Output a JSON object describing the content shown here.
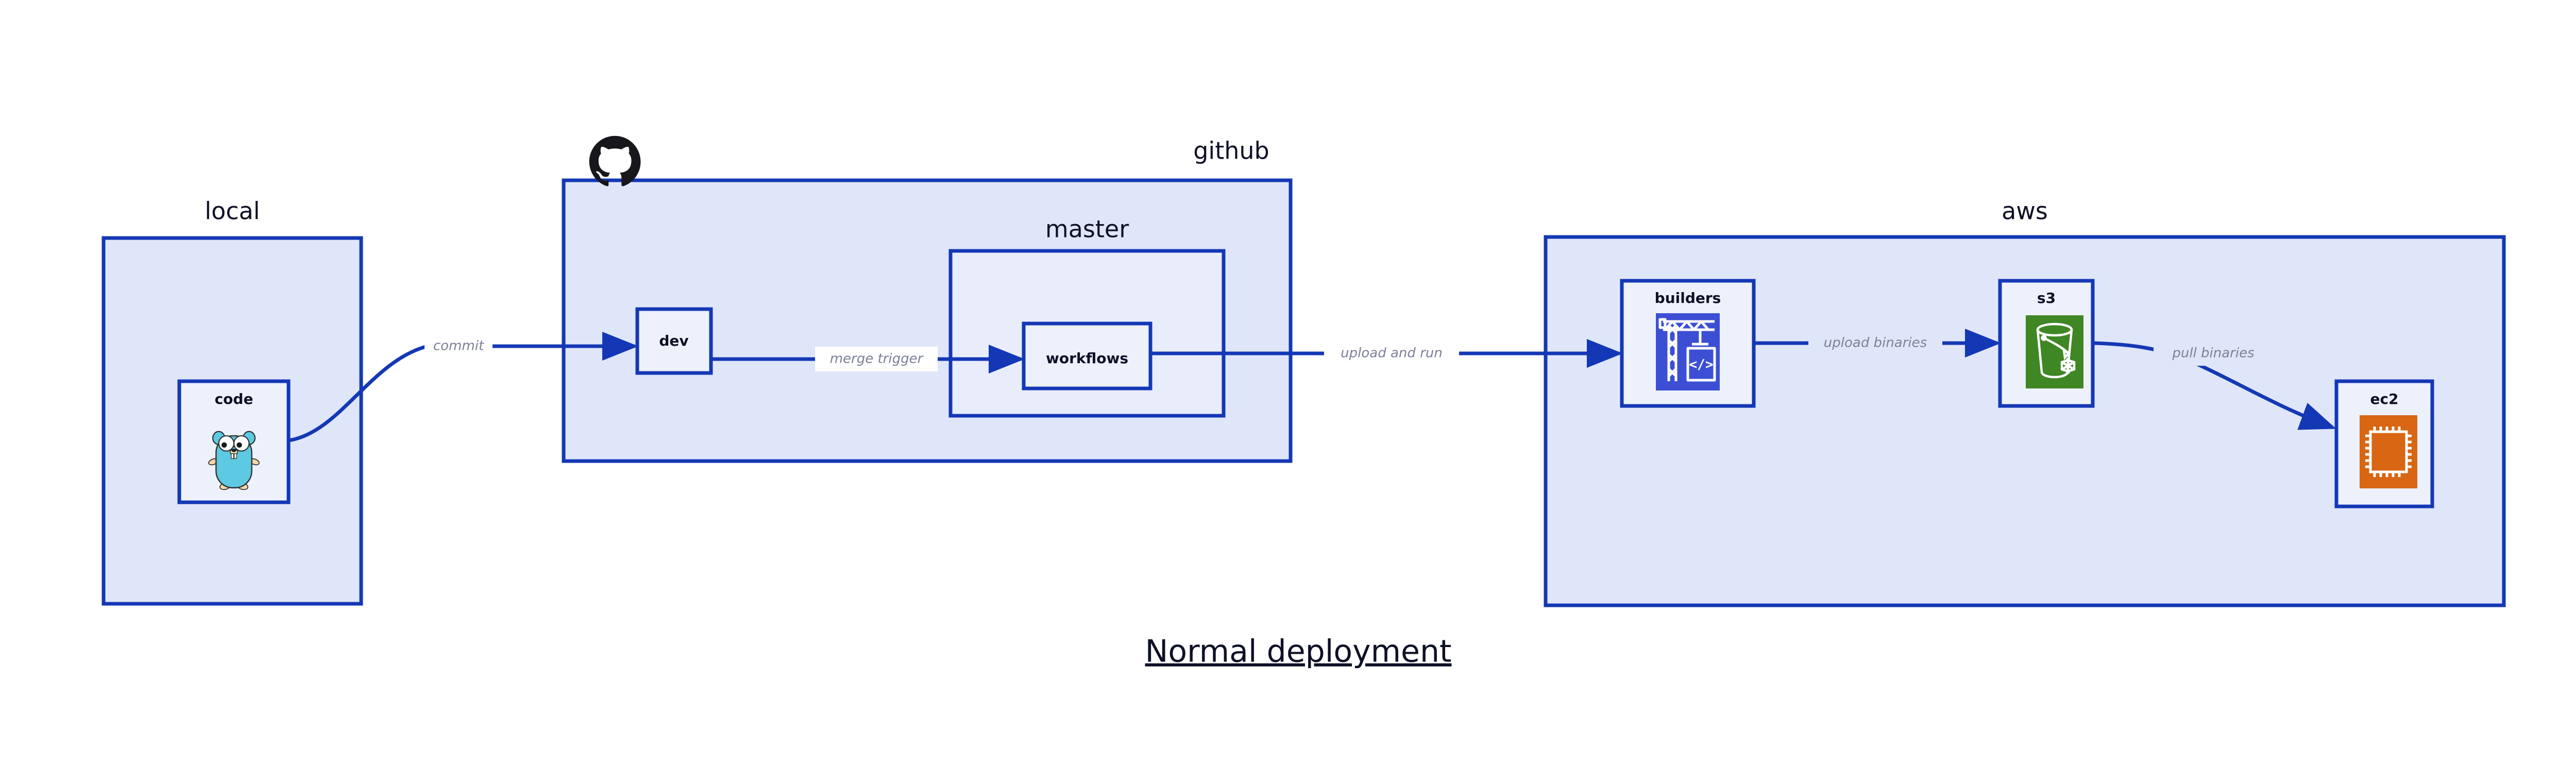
{
  "diagram": {
    "title": "Normal deployment",
    "background_color": "#FFFFFF",
    "accent_color": "#1438B5",
    "cluster_fill": "#DFE6FA",
    "subcluster_fill": "#E9EDFB",
    "node_fill": "#EDF1FC",
    "text_color": "#0D1026",
    "edge_label_color": "#7C8099"
  },
  "clusters": [
    {
      "id": "local",
      "label": "local",
      "icon": null
    },
    {
      "id": "github",
      "label": "github",
      "icon": "github-octocat-icon"
    },
    {
      "id": "master",
      "label": "master",
      "icon": null
    },
    {
      "id": "aws",
      "label": "aws",
      "icon": null
    }
  ],
  "nodes": [
    {
      "id": "code",
      "label": "code",
      "icon": "go-gopher-icon",
      "parent": "local"
    },
    {
      "id": "dev",
      "label": "dev",
      "icon": null,
      "parent": "github"
    },
    {
      "id": "workflows",
      "label": "workflows",
      "icon": null,
      "parent": "master"
    },
    {
      "id": "builders",
      "label": "builders",
      "icon": "aws-codebuild-icon",
      "icon_color": "#3C4FD4",
      "parent": "aws"
    },
    {
      "id": "s3",
      "label": "s3",
      "icon": "aws-s3-bucket-icon",
      "icon_color": "#3F8624",
      "parent": "aws"
    },
    {
      "id": "ec2",
      "label": "ec2",
      "icon": "aws-ec2-cpu-icon",
      "icon_color": "#D86613",
      "parent": "aws"
    }
  ],
  "edges": [
    {
      "id": "code-to-dev",
      "from": "code",
      "to": "dev",
      "label": "commit"
    },
    {
      "id": "dev-to-workflows",
      "from": "dev",
      "to": "workflows",
      "label": "merge trigger"
    },
    {
      "id": "workflows-to-builders",
      "from": "workflows",
      "to": "builders",
      "label": "upload and run"
    },
    {
      "id": "builders-to-s3",
      "from": "builders",
      "to": "s3",
      "label": "upload binaries"
    },
    {
      "id": "s3-to-ec2",
      "from": "s3",
      "to": "ec2",
      "label": "pull binaries"
    }
  ]
}
